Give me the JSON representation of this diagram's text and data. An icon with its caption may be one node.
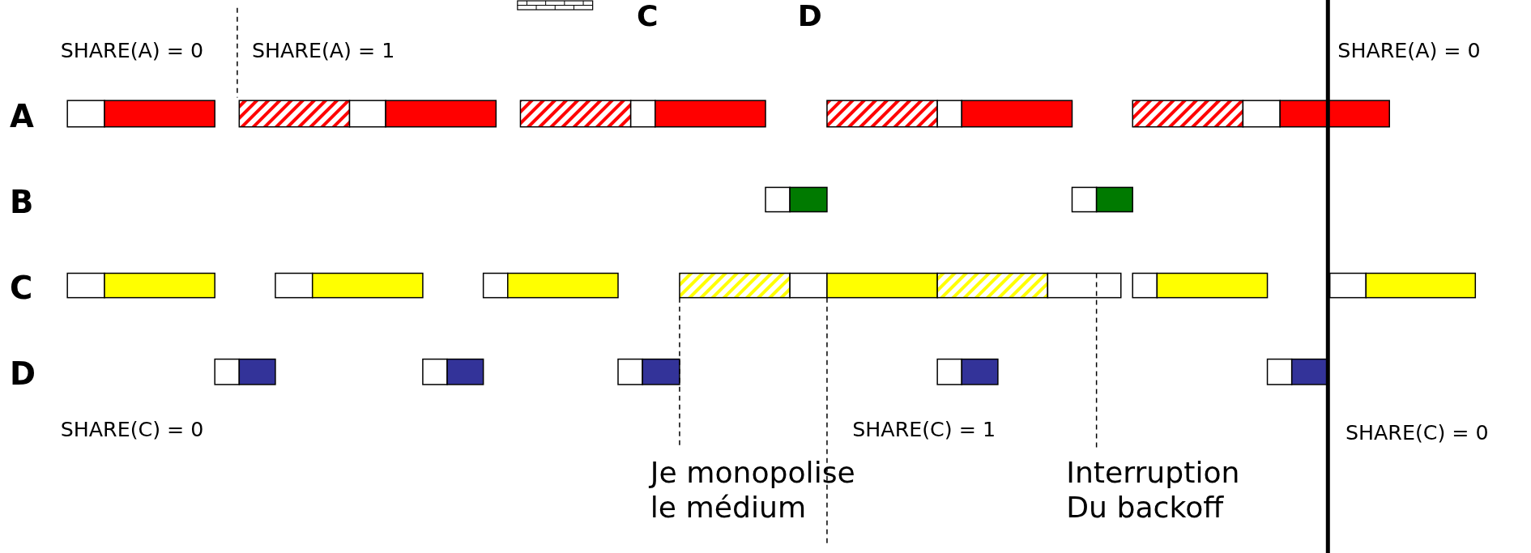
{
  "diagram": {
    "labels": [
      "C",
      "D",
      "SHARE(A) = 0",
      "SHARE(A) = 1",
      "SHARE(A) = 0",
      "A",
      "B",
      "C",
      "D",
      "SHARE(C) = 0",
      "SHARE(C) = 1",
      "SHARE(C) = 0",
      "Je monopolise le médium",
      "Interruption Du backoff"
    ]
  }
}
